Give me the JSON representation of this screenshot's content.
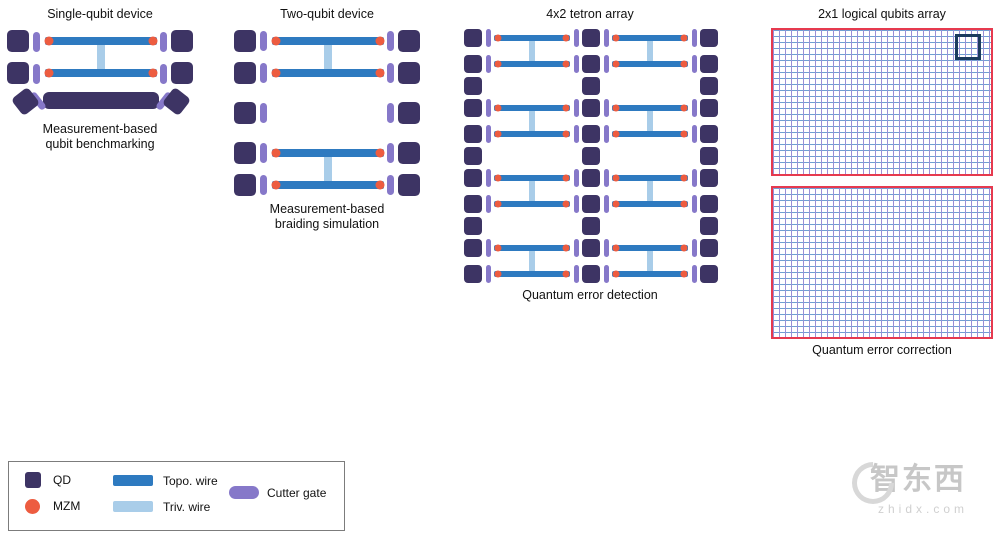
{
  "figure": {
    "panels": [
      {
        "title": "Single-qubit device",
        "caption": "Measurement-based\nqubit benchmarking",
        "type": "single-tetron"
      },
      {
        "title": "Two-qubit device",
        "caption": "Measurement-based\nbraiding simulation",
        "type": "two-tetron"
      },
      {
        "title": "4x2 tetron array",
        "caption": "Quantum error detection",
        "type": "tetron-array",
        "tetron_rows": 4,
        "tetron_cols": 2
      },
      {
        "title": "2x1 logical qubits array",
        "caption": "Quantum error correction",
        "type": "logical-array",
        "logical_qubits": 2
      }
    ]
  },
  "legend": {
    "items": [
      {
        "label": "QD",
        "swatch": "qd-square"
      },
      {
        "label": "MZM",
        "swatch": "mzm-circle"
      },
      {
        "label": "Topo. wire",
        "swatch": "topo-wire-bar"
      },
      {
        "label": "Triv. wire",
        "swatch": "triv-wire-bar"
      },
      {
        "label": "Cutter gate",
        "swatch": "cutter-gate-pill"
      }
    ]
  },
  "watermark": {
    "brand": "智东西",
    "domain": "zhidx.com"
  },
  "colors": {
    "qd": "#3d3464",
    "mzm": "#ed5c40",
    "topo_wire": "#2e7ac0",
    "triv_wire": "#a9cde9",
    "cutter_gate": "#8678c9",
    "logical_outline": "#e63a4f",
    "grid_vertical": "#9a8fd6",
    "grid_horizontal": "#6f9fd2",
    "tetron_highlight": "#1c3b5e"
  }
}
